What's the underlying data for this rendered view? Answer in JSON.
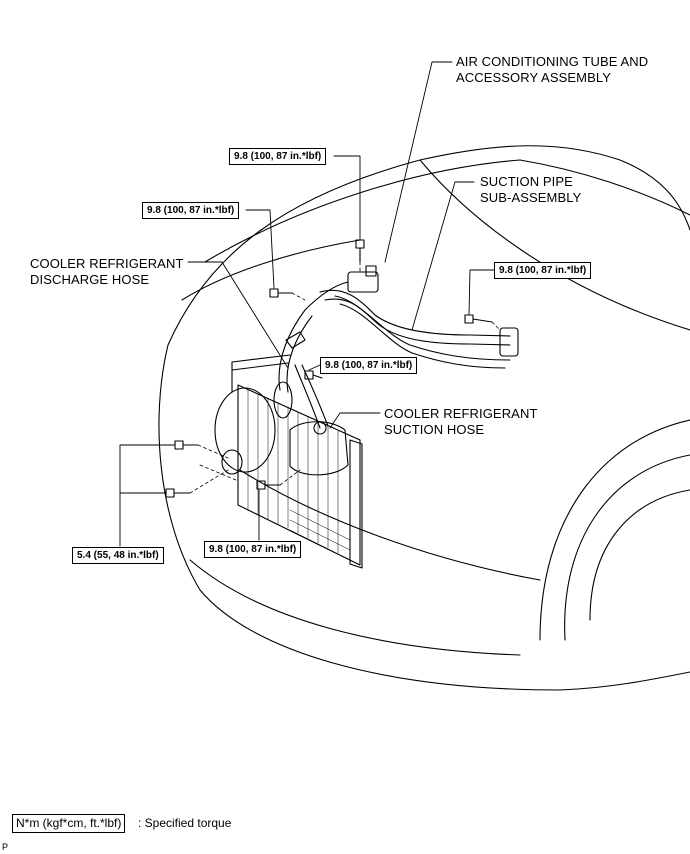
{
  "callouts": {
    "ac_tube_assembly": [
      "AIR CONDITIONING TUBE AND",
      "ACCESSORY ASSEMBLY"
    ],
    "suction_pipe": [
      "SUCTION PIPE",
      "SUB-ASSEMBLY"
    ],
    "discharge_hose": [
      "COOLER REFRIGERANT",
      "DISCHARGE HOSE"
    ],
    "suction_hose": [
      "COOLER REFRIGERANT",
      "SUCTION HOSE"
    ]
  },
  "torques": {
    "top_nut": "9.8 (100, 87 in.*lbf)",
    "left_bolt": "9.8 (100, 87 in.*lbf)",
    "right_bolt": "9.8 (100, 87 in.*lbf)",
    "middle_bolt": "9.8 (100, 87 in.*lbf)",
    "lower_bolt": "9.8 (100, 87 in.*lbf)",
    "condenser_bolts": "5.4 (55, 48 in.*lbf)"
  },
  "legend": {
    "unit_box": "N*m (kgf*cm, ft.*lbf)",
    "text": ": Specified torque"
  },
  "corner_code": "P"
}
